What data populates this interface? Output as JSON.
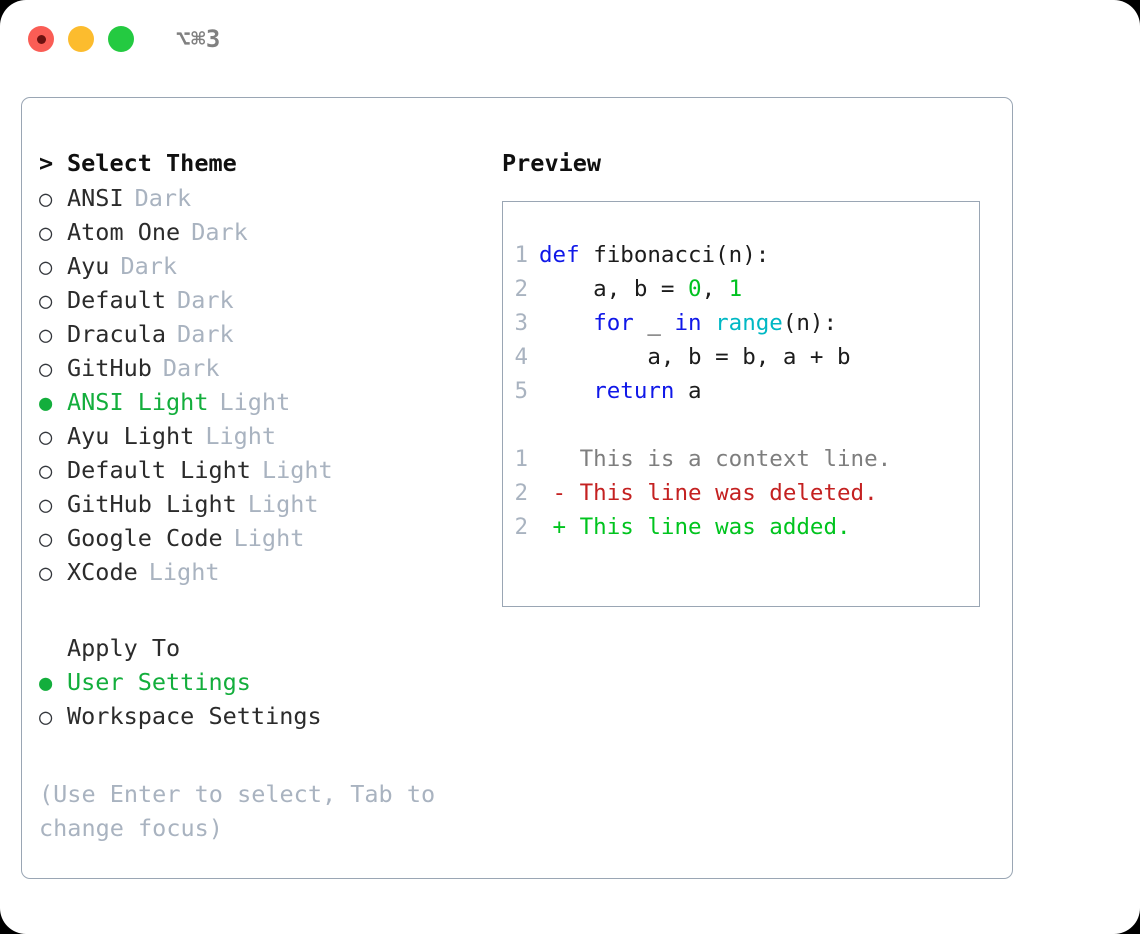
{
  "titlebar": {
    "dots": [
      {
        "name": "close-button",
        "color": "#fa5d55"
      },
      {
        "name": "minimize-button",
        "color": "#fcbc2e"
      },
      {
        "name": "maximize-button",
        "color": "#24ca41"
      }
    ],
    "shortcut": "⌥⌘3"
  },
  "theme_list": {
    "header_marker": ">",
    "header": "Select Theme",
    "marker_unselected": "○",
    "marker_selected": "●",
    "selected_color": "#13ae3c",
    "variant_color": "#a9b3c0",
    "items": [
      {
        "marker": "○",
        "name": "ANSI",
        "variant": "Dark",
        "selected": false
      },
      {
        "marker": "○",
        "name": "Atom One",
        "variant": "Dark",
        "selected": false
      },
      {
        "marker": "○",
        "name": "Ayu",
        "variant": "Dark",
        "selected": false
      },
      {
        "marker": "○",
        "name": "Default",
        "variant": "Dark",
        "selected": false
      },
      {
        "marker": "○",
        "name": "Dracula",
        "variant": "Dark",
        "selected": false
      },
      {
        "marker": "○",
        "name": "GitHub",
        "variant": "Dark",
        "selected": false
      },
      {
        "marker": "●",
        "name": "ANSI Light",
        "variant": "Light",
        "selected": true
      },
      {
        "marker": "○",
        "name": "Ayu Light",
        "variant": "Light",
        "selected": false
      },
      {
        "marker": "○",
        "name": "Default Light",
        "variant": "Light",
        "selected": false
      },
      {
        "marker": "○",
        "name": "GitHub Light",
        "variant": "Light",
        "selected": false
      },
      {
        "marker": "○",
        "name": "Google Code",
        "variant": "Light",
        "selected": false
      },
      {
        "marker": "○",
        "name": "XCode",
        "variant": "Light",
        "selected": false
      }
    ]
  },
  "apply_to": {
    "title": "Apply To",
    "options": [
      {
        "marker": "●",
        "label": "User Settings",
        "selected": true
      },
      {
        "marker": "○",
        "label": "Workspace Settings",
        "selected": false
      }
    ]
  },
  "hint": "(Use Enter to select, Tab to change focus)",
  "preview": {
    "title": "Preview",
    "code_lines": [
      {
        "number": "1",
        "tokens": [
          {
            "text": "def ",
            "type": "kw"
          },
          {
            "text": "fibonacci(n):",
            "type": "plain"
          }
        ]
      },
      {
        "number": "2",
        "tokens": [
          {
            "text": "    a, b = ",
            "type": "plain"
          },
          {
            "text": "0",
            "type": "num"
          },
          {
            "text": ", ",
            "type": "plain"
          },
          {
            "text": "1",
            "type": "num"
          }
        ]
      },
      {
        "number": "3",
        "tokens": [
          {
            "text": "    ",
            "type": "plain"
          },
          {
            "text": "for",
            "type": "kw"
          },
          {
            "text": " _ ",
            "type": "plain"
          },
          {
            "text": "in",
            "type": "kw"
          },
          {
            "text": " ",
            "type": "plain"
          },
          {
            "text": "range",
            "type": "fn"
          },
          {
            "text": "(n):",
            "type": "plain"
          }
        ]
      },
      {
        "number": "4",
        "tokens": [
          {
            "text": "        a, b = b, a + b",
            "type": "plain"
          }
        ]
      },
      {
        "number": "5",
        "tokens": [
          {
            "text": "    ",
            "type": "plain"
          },
          {
            "text": "return",
            "type": "kw"
          },
          {
            "text": " a",
            "type": "plain"
          }
        ]
      }
    ],
    "diff_lines": [
      {
        "number": "1",
        "sign": " ",
        "text": "This is a context line.",
        "kind": "ctx"
      },
      {
        "number": "2",
        "sign": "-",
        "text": "This line was deleted.",
        "kind": "del"
      },
      {
        "number": "2",
        "sign": "+",
        "text": "This line was added.",
        "kind": "add"
      }
    ],
    "syntax_colors": {
      "keyword": "#1018e8",
      "function": "#00b8c4",
      "number": "#00c220",
      "plain": "#1c1c1c",
      "gutter": "#a9b3c0",
      "diff_context": "#7e7e7e",
      "diff_deleted": "#c42121",
      "diff_added": "#00c41e"
    }
  }
}
